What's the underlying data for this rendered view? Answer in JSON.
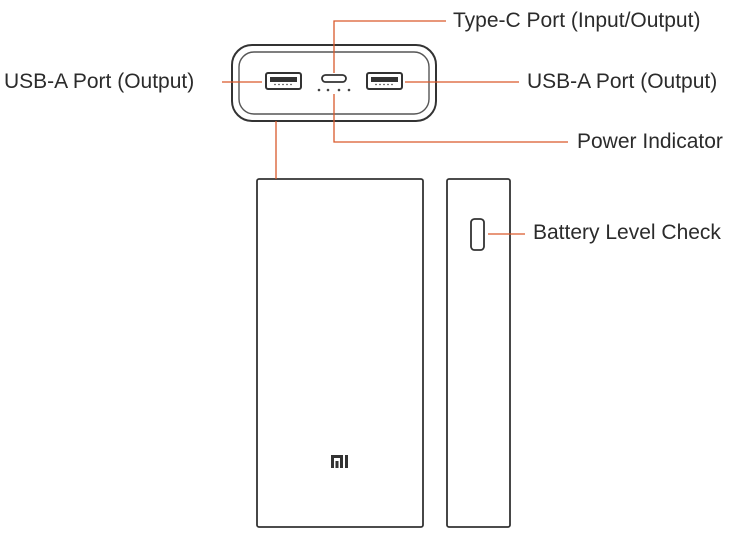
{
  "labels": {
    "type_c_port": "Type-C Port (Input/Output)",
    "usb_a_left": "USB-A Port (Output)",
    "usb_a_right": "USB-A Port (Output)",
    "power_indicator": "Power Indicator",
    "battery_check": "Battery Level Check"
  },
  "brand_logo": "mi",
  "colors": {
    "leader_line": "#d9592b",
    "device_outline": "#333333",
    "text": "#2b2b2b"
  }
}
